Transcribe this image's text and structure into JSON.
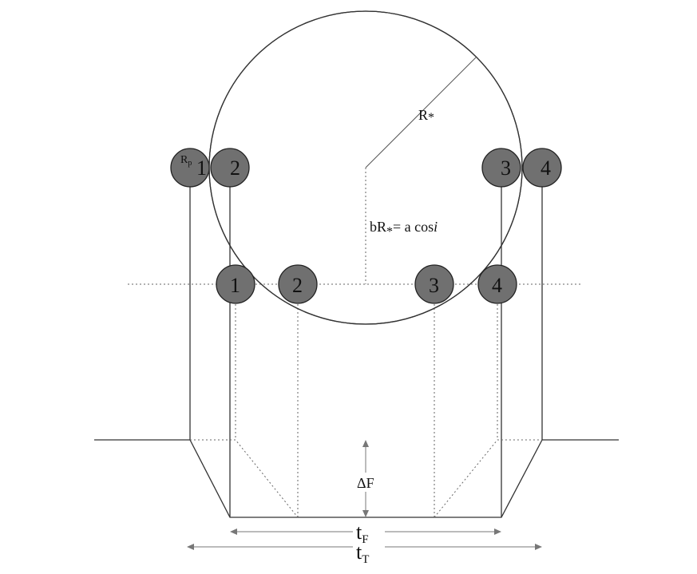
{
  "labels": {
    "star_radius": "R",
    "star_radius_sub": "*",
    "planet_radius": "R",
    "planet_radius_sub": "p",
    "impact_b": "bR",
    "impact_sub": "*",
    "impact_rest": "= a cos",
    "impact_i": "i",
    "depth": "ΔF",
    "flat_duration": "t",
    "flat_sub": "F",
    "total_duration": "t",
    "total_sub": "T"
  },
  "contacts_top": [
    "1",
    "2",
    "3",
    "4"
  ],
  "contacts_mid": [
    "1",
    "2",
    "3",
    "4"
  ],
  "colors": {
    "planet_fill": "#707070",
    "line": "#333333",
    "arrow": "#777777"
  }
}
